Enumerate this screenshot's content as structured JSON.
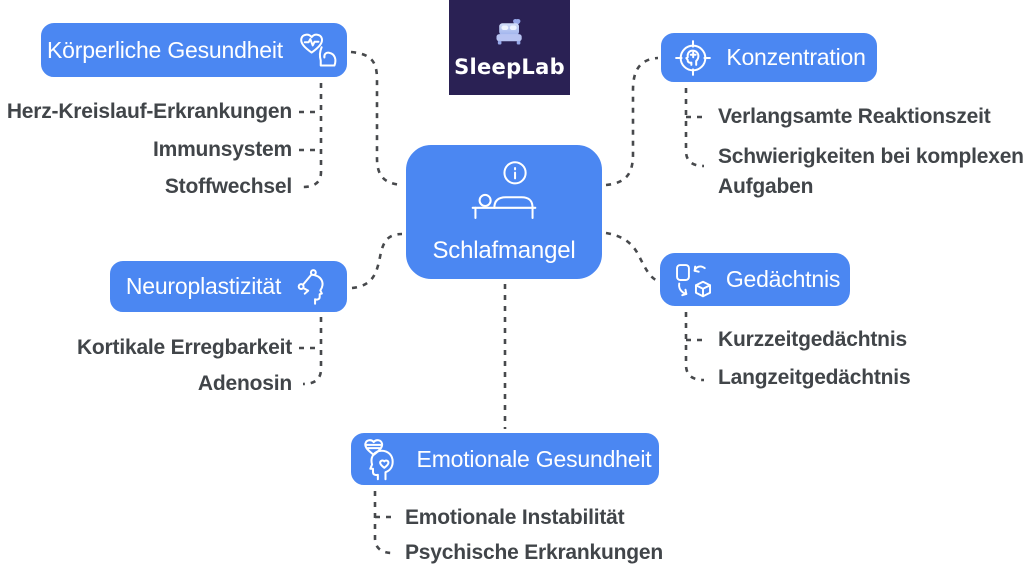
{
  "logo": {
    "text": "SleepLab",
    "bg_color": "#2a2154",
    "icon": "bed-heart-logo-icon"
  },
  "center": {
    "label": "Schlafmangel",
    "icon": "sleeping-person-info-icon"
  },
  "branches": {
    "koerperliche": {
      "label": "Körperliche Gesundheit",
      "icon": "heart-pulse-muscle-icon",
      "items": [
        "Herz-Kreislauf-Erkrankungen",
        "Immunsystem",
        "Stoffwechsel"
      ]
    },
    "neuroplastizitaet": {
      "label": "Neuroplastizität",
      "icon": "head-network-icon",
      "items": [
        "Kortikale Erregbarkeit",
        "Adenosin"
      ]
    },
    "konzentration": {
      "label": "Konzentration",
      "icon": "head-target-icon",
      "items": [
        "Verlangsamte Reaktionszeit",
        "Schwierigkeiten bei komplexen Aufgaben"
      ]
    },
    "gedaechtnis": {
      "label": "Gedächtnis",
      "icon": "page-to-cube-transform-icon",
      "items": [
        "Kurzzeitgedächtnis",
        "Langzeitgedächtnis"
      ]
    },
    "emotionale": {
      "label": "Emotionale Gesundheit",
      "icon": "head-hearts-icon",
      "items": [
        "Emotionale Instabilität",
        "Psychische Erkrankungen"
      ]
    }
  },
  "colors": {
    "node_blue": "#4b87f2",
    "connector_gray": "#47494c",
    "subtext_gray": "#414549",
    "logo_navy": "#2a2154",
    "background": "#ffffff"
  }
}
